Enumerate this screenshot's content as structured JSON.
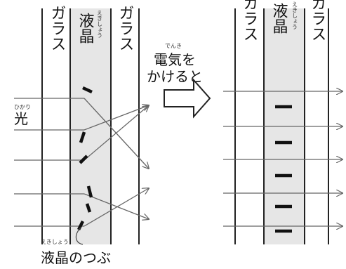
{
  "colors": {
    "lc_fill": "#e6e6e6",
    "line": "#222222",
    "ray": "#666666",
    "molecule": "#111111"
  },
  "labels": {
    "glass": "ガラス",
    "lc": "液晶",
    "lc_ruby": "えきしょう",
    "light": "光",
    "light_ruby": "ひかり",
    "voltage_ruby": "でんき",
    "voltage_line1": "電気を",
    "voltage_line2": "かけると",
    "particles": "液晶のつぶ",
    "particles_ruby": "えきしょう"
  }
}
